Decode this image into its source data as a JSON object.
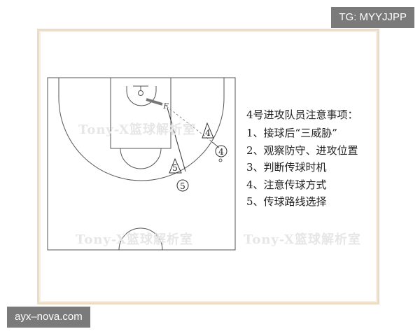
{
  "badges": {
    "top_right": "TG: MYYJJPP",
    "bottom_left": "ayx–nova.com"
  },
  "watermark": "Tony-X篮球解析室",
  "players": [
    {
      "id": "4",
      "role": "triangle"
    },
    {
      "id": "4",
      "role": "circle"
    },
    {
      "id": "5",
      "role": "triangle"
    },
    {
      "id": "5",
      "role": "circle"
    }
  ],
  "passer_marker": "F",
  "notes": {
    "title": "4号进攻队员注意事项：",
    "items": [
      "1、接球后“三威胁”",
      "2、观察防守、进攻位置",
      "3、判断传球时机",
      "4、注意传球方式",
      "5、传球路线选择"
    ]
  }
}
